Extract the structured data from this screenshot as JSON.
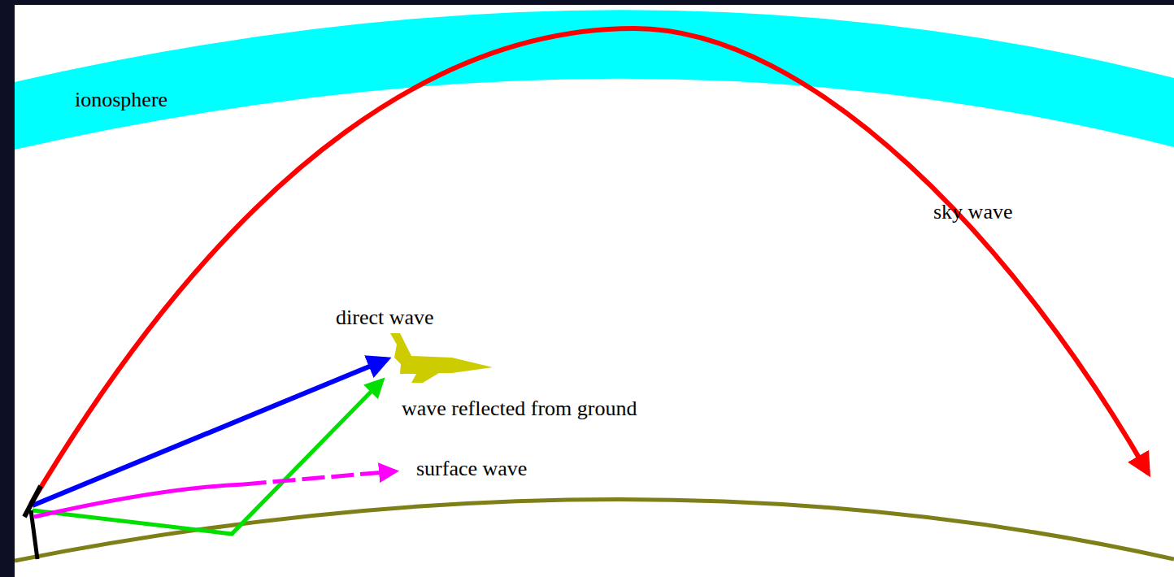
{
  "diagram": {
    "nodes": [
      {
        "text": [
          "ionosphere"
        ]
      }
    ],
    "labels": [
      "sky wave",
      "direct wave",
      "wave reflected from ground",
      "surface wave"
    ]
  }
}
